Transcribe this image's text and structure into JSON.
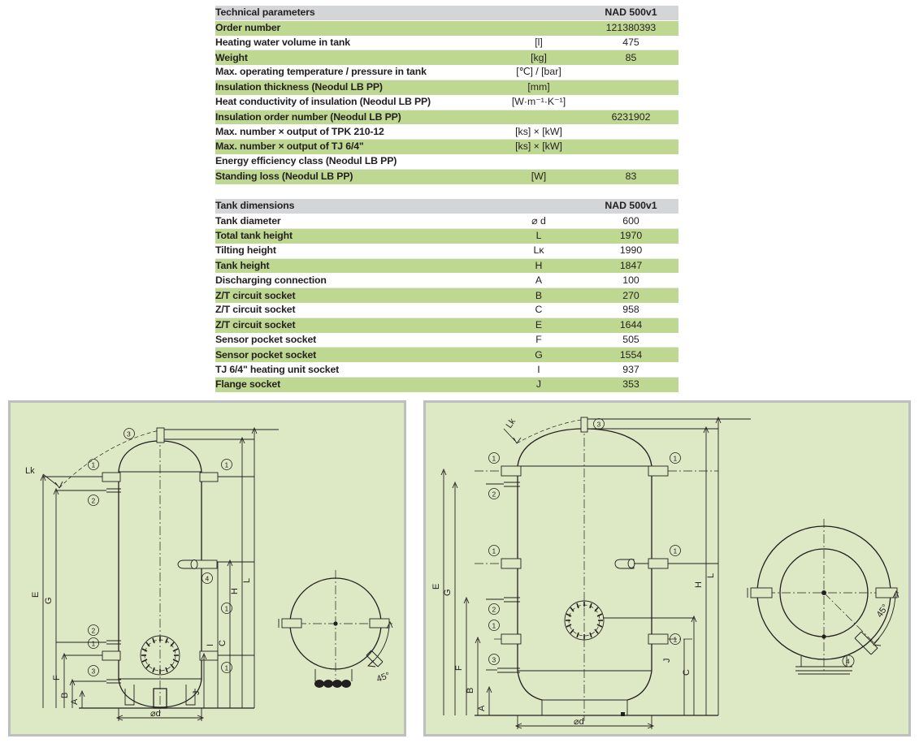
{
  "tables": [
    {
      "id": "technical-parameters",
      "header": {
        "label": "Technical parameters",
        "unit": "",
        "value": "NAD 500v1"
      },
      "rows": [
        {
          "label": "Order number",
          "unit": "",
          "value": "121380393",
          "shade": "green"
        },
        {
          "label": "Heating water volume in tank",
          "unit": "[l]",
          "value": "475",
          "shade": "white"
        },
        {
          "label": "Weight",
          "unit": "[kg]",
          "value": "85",
          "shade": "green"
        },
        {
          "label": "Max. operating temperature / pressure in tank",
          "unit": "[℃] / [bar]",
          "value": "",
          "shade": "white"
        },
        {
          "label": "Insulation thickness (Neodul LB PP)",
          "unit": "[mm]",
          "value": "",
          "shade": "green"
        },
        {
          "label": "Heat conductivity of insulation (Neodul LB PP)",
          "unit": "[W·m⁻¹·K⁻¹]",
          "value": "",
          "shade": "white"
        },
        {
          "label": "Insulation order number (Neodul LB PP)",
          "unit": "",
          "value": "6231902",
          "shade": "green"
        },
        {
          "label": "Max. number × output of TPK 210-12",
          "unit": "[ks] × [kW]",
          "value": "",
          "shade": "white"
        },
        {
          "label": "Max. number × output of TJ 6/4\"",
          "unit": "[ks] × [kW]",
          "value": "",
          "shade": "green"
        },
        {
          "label": "Energy efficiency class (Neodul LB PP)",
          "unit": "",
          "value": "",
          "shade": "white"
        },
        {
          "label": "Standing loss (Neodul LB PP)",
          "unit": "[W]",
          "value": "83",
          "shade": "green"
        }
      ]
    },
    {
      "id": "tank-dimensions",
      "header": {
        "label": "Tank dimensions",
        "unit": "",
        "value": "NAD 500v1"
      },
      "rows": [
        {
          "label": "Tank diameter",
          "unit": "⌀ d",
          "value": "600",
          "shade": "white"
        },
        {
          "label": "Total tank height",
          "unit": "L",
          "value": "1970",
          "shade": "green"
        },
        {
          "label": "Tilting height",
          "unit": "Lκ",
          "value": "1990",
          "shade": "white"
        },
        {
          "label": "Tank height",
          "unit": "H",
          "value": "1847",
          "shade": "green"
        },
        {
          "label": "Discharging connection",
          "unit": "A",
          "value": "100",
          "shade": "white"
        },
        {
          "label": "Z/T circuit socket",
          "unit": "B",
          "value": "270",
          "shade": "green"
        },
        {
          "label": "Z/T circuit socket",
          "unit": "C",
          "value": "958",
          "shade": "white"
        },
        {
          "label": "Z/T circuit socket",
          "unit": "E",
          "value": "1644",
          "shade": "green"
        },
        {
          "label": "Sensor pocket socket",
          "unit": "F",
          "value": "505",
          "shade": "white"
        },
        {
          "label": "Sensor pocket socket",
          "unit": "G",
          "value": "1554",
          "shade": "green"
        },
        {
          "label": "TJ 6/4\" heating unit socket",
          "unit": "I",
          "value": "937",
          "shade": "white"
        },
        {
          "label": "Flange socket",
          "unit": "J",
          "value": "353",
          "shade": "green"
        }
      ]
    }
  ],
  "drawings": {
    "left": {
      "title": "bare-tank-elevation",
      "labels": {
        "lk": "Lk",
        "diameter": "⌀d",
        "angle": "45°",
        "dims_left": [
          "E",
          "G",
          "F",
          "B",
          "A"
        ],
        "dims_right": [
          "L",
          "H",
          "C",
          "I",
          "J"
        ],
        "callouts": [
          "1",
          "2",
          "3",
          "4"
        ]
      }
    },
    "right": {
      "title": "insulated-tank-elevation",
      "labels": {
        "lk": "Lk",
        "diameter": "⌀d",
        "angle": "45°",
        "dims_left": [
          "E",
          "G",
          "F",
          "B",
          "A"
        ],
        "dims_right": [
          "L",
          "H",
          "C",
          "J"
        ],
        "callouts": [
          "1",
          "2",
          "3",
          "4"
        ]
      }
    }
  },
  "colors": {
    "header_gray": "#d3d5d7",
    "row_green": "#bfd891",
    "row_white": "#ffffff",
    "panel_green": "#dde9c4",
    "panel_border": "#bcbec0",
    "ink": "#231f20"
  }
}
